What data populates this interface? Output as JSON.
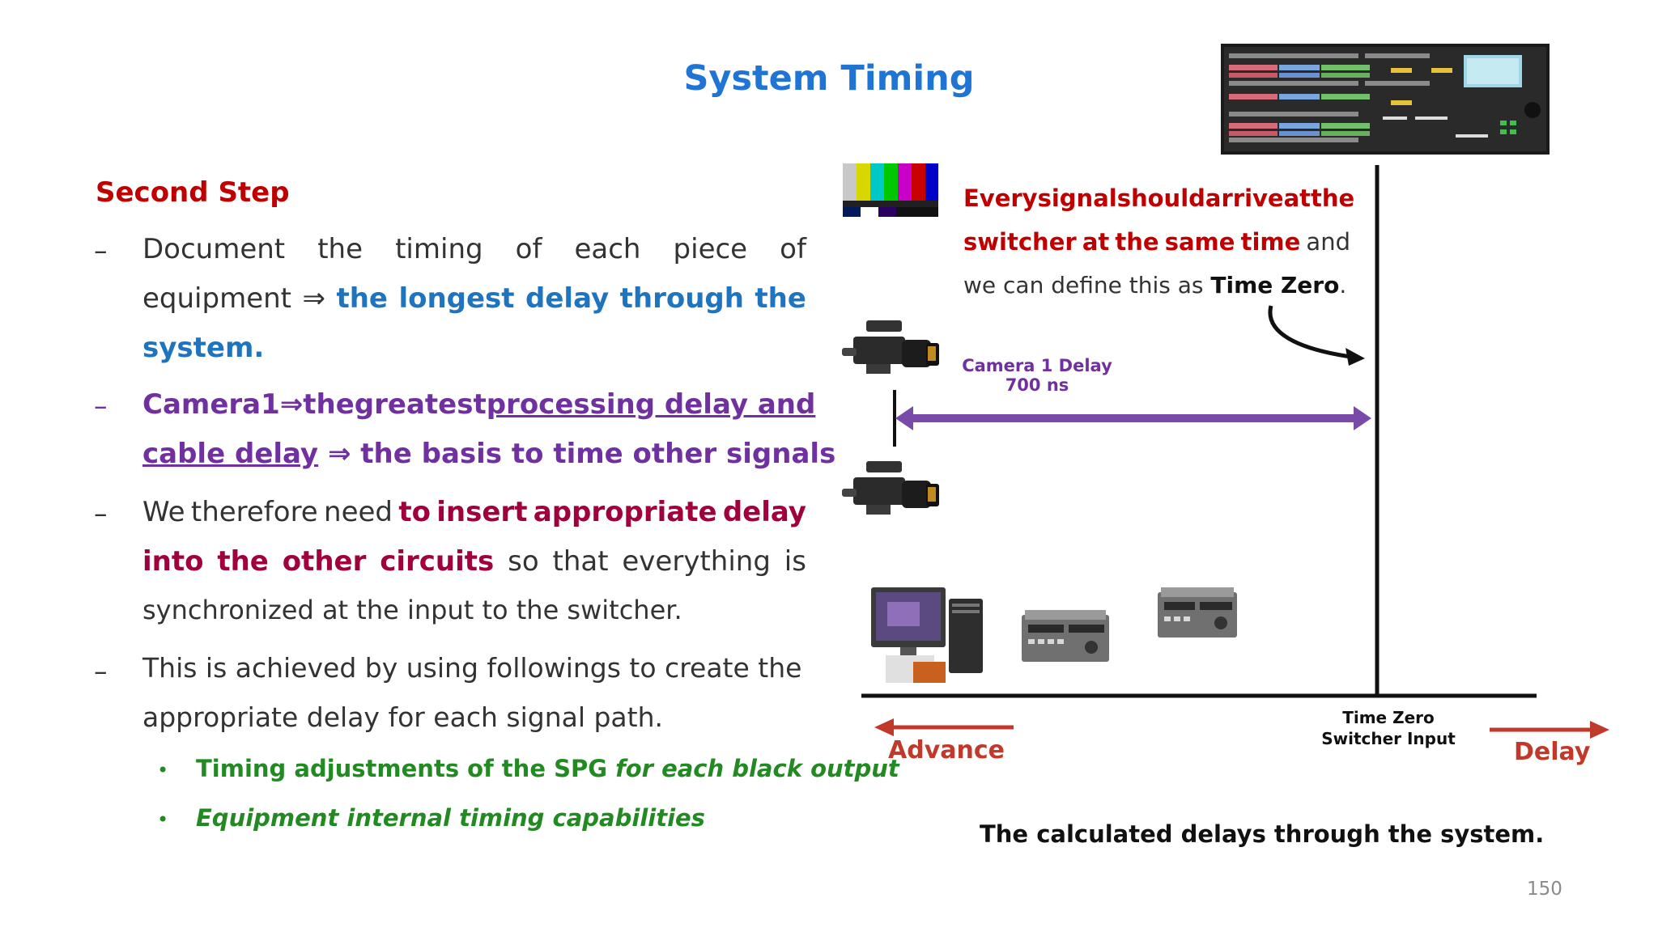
{
  "title": "System Timing",
  "left": {
    "heading": "Second Step",
    "dash": "–",
    "b1": {
      "l1": [
        "Document",
        "the",
        "timing",
        "of",
        "each",
        "piece",
        "of"
      ],
      "l2_plain": "equipment",
      "l2_arrow": "⇒",
      "l2_blue": [
        "the",
        "longest",
        "delay",
        "through",
        "the"
      ],
      "l3_blue": "system."
    },
    "b2": {
      "l1_a": "Camera",
      "l1_b": "1",
      "l1_c": "⇒",
      "l1_d": "the",
      "l1_e": "greatest",
      "l1_u": "processing delay and",
      "l2_u": "cable delay",
      "l2_rest": " ⇒ the basis to time other signals"
    },
    "b3": {
      "l1_plain": [
        "We",
        "therefore",
        "need"
      ],
      "l1_m": [
        "to",
        "insert",
        "appropriate",
        "delay"
      ],
      "l2_m": [
        "into",
        "the",
        "other",
        "circuits"
      ],
      "l2_plain": [
        "so",
        "that",
        "everything",
        "is"
      ],
      "l3": "synchronized at the input to the switcher."
    },
    "b4": {
      "l1": "This is achieved by using followings to create the",
      "l2": "appropriate delay for each signal path."
    },
    "sub": {
      "bullet": "•",
      "s1_a": "Timing adjustments of the SPG ",
      "s1_b": "for each black output",
      "s2": "Equipment internal timing capabilities"
    }
  },
  "right": {
    "note": {
      "l1": [
        "Every",
        "signal",
        "should",
        "arrive",
        "at",
        "the"
      ],
      "l2_red": [
        "switcher",
        "at",
        "the",
        "same",
        "time"
      ],
      "l2_plain": "and",
      "l3_plain": "we can define this as ",
      "l3_bold": "Time Zero",
      "l3_end": "."
    },
    "camera_delay": {
      "label": "Camera 1 Delay",
      "value": "700 ns"
    },
    "time_zero": {
      "l1": "Time Zero",
      "l2": "Switcher Input"
    },
    "advance": "Advance",
    "delay": "Delay",
    "caption": "The calculated delays through the system."
  },
  "colors": {
    "title": "#1f74d4",
    "heading": "#c00000",
    "blue": "#1f74c0",
    "purple": "#7030a0",
    "maroon": "#a0003c",
    "green": "#238a23",
    "arrow_red": "#c0392b"
  },
  "page_number": "150"
}
